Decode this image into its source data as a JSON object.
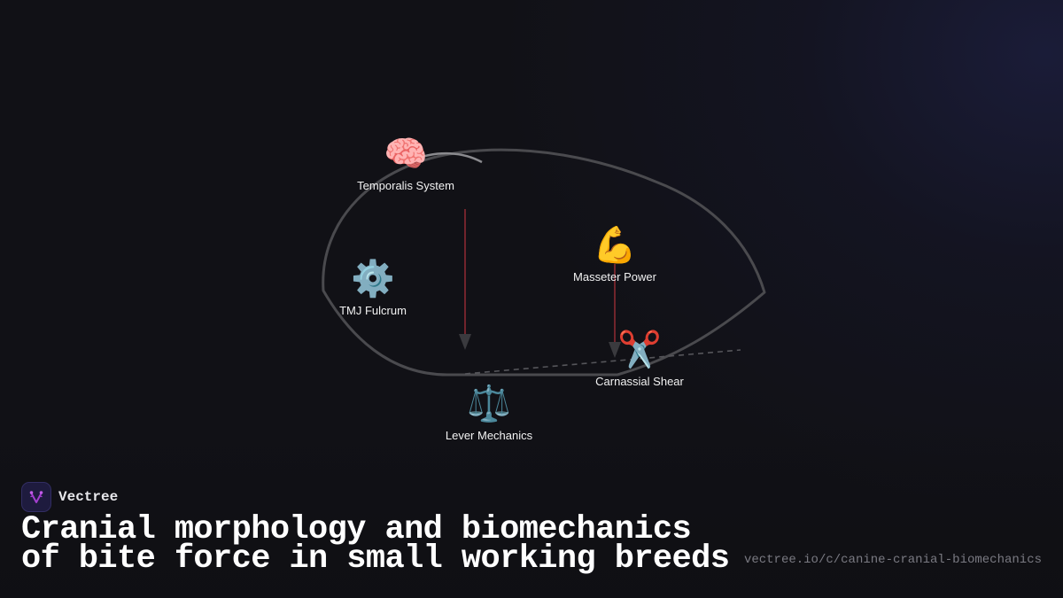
{
  "diagram": {
    "nodes": [
      {
        "id": "temporalis",
        "emoji": "🧠",
        "icon": "brain-icon",
        "label": "Temporalis System"
      },
      {
        "id": "tmj",
        "emoji": "⚙️",
        "icon": "gear-icon",
        "label": "TMJ Fulcrum"
      },
      {
        "id": "masseter",
        "emoji": "💪",
        "icon": "flexed-biceps-icon",
        "label": "Masseter Power"
      },
      {
        "id": "carnassial",
        "emoji": "✂️",
        "icon": "scissors-icon",
        "label": "Carnassial Shear"
      },
      {
        "id": "lever",
        "emoji": "⚖️",
        "icon": "balance-scale-icon",
        "label": "Lever Mechanics"
      }
    ],
    "colors": {
      "outline": "#4a4a4e",
      "force_arrow": "#8a2a32",
      "arrow_head": "#3a3a3e",
      "dashed_line": "#55555a",
      "background": "#111116"
    }
  },
  "footer": {
    "brand_name": "Vectree",
    "title_line1": "Cranial morphology and biomechanics",
    "title_line2": "of bite force in small working breeds",
    "url": "vectree.io/c/canine-cranial-biomechanics"
  }
}
